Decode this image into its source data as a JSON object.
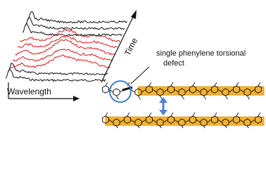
{
  "labels": {
    "time_axis": "Time",
    "wavelength_axis": "Wavelength",
    "annotation_line1": "single phenylene torsional",
    "annotation_line2": "defect"
  },
  "colors": {
    "trace_black": "#111111",
    "trace_red": "#e01818",
    "polymer_highlight": "#f5b233",
    "circle": "#2e6fc4",
    "arrow": "#4f81d6"
  },
  "spectra": {
    "trace_colors": [
      "black",
      "black",
      "red",
      "red",
      "red",
      "red",
      "red",
      "black",
      "black",
      "black"
    ]
  },
  "icons": {
    "swap_arrow": "double-headed-vertical-arrow",
    "defect_marker": "circle-outline"
  }
}
